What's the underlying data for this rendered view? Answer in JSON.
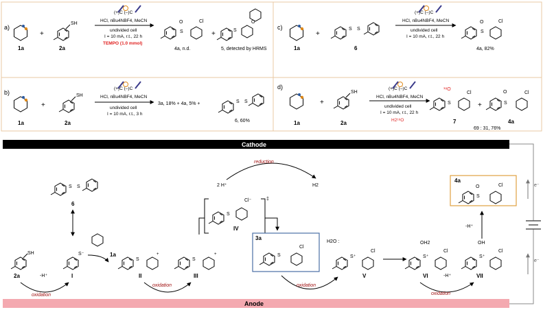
{
  "panels": {
    "a": {
      "label": "a)",
      "sm1": "1a",
      "sm2": "2a",
      "sh": "SH",
      "plus": "+",
      "cond_electrodes": "(+)C   (–)C",
      "cond_line1": "HCl, nBu4NBF4, MeCN",
      "cond_line2": "undivided cell",
      "cond_line3": "I = 10 mA, r.t., 22 h",
      "additive": "TEMPO (1.0 mmol)",
      "prod1": "4a, n.d.",
      "prod2": "5, detected by HRMS",
      "cl": "Cl",
      "o": "O",
      "s": "S"
    },
    "b": {
      "label": "b)",
      "sm1": "1a",
      "sm2": "2a",
      "sh": "SH",
      "plus": "+",
      "cond_electrodes": "(+)C   (–)C",
      "cond_line1": "HCl, nBu4NBF4, MeCN",
      "cond_line2": "undivided cell",
      "cond_line3": "I = 10 mA, r.t., 3 h",
      "results": "3a, 18%  +  4a, 5%  +",
      "prod3": "6, 60%",
      "s": "S"
    },
    "c": {
      "label": "c)",
      "sm1": "1a",
      "sm2": "6",
      "plus": "+",
      "cond_electrodes": "(+)C   (–)C",
      "cond_line1": "HCl, nBu4NBF4, MeCN",
      "cond_line2": "undivided cell",
      "cond_line3": "I = 10 mA, r.t., 22 h",
      "prod": "4a, 82%",
      "s": "S",
      "o": "O",
      "cl": "Cl"
    },
    "d": {
      "label": "d)",
      "sm1": "1a",
      "sm2": "2a",
      "sh": "SH",
      "plus": "+",
      "cond_electrodes": "(+)C   (–)C",
      "cond_line1": "HCl, nBu4NBF4, MeCN",
      "cond_line2": "undivided cell",
      "cond_line3": "I = 10 mA, r.t., 22 h",
      "additive": "H2¹⁸O",
      "prod1": "7",
      "prod2": "4a",
      "ratio": "69 : 31, 76%",
      "o18": "¹⁸O",
      "o": "O",
      "s": "S",
      "cl": "Cl"
    }
  },
  "mechanism": {
    "cathode": "Cathode",
    "anode": "Anode",
    "reduction": "reduction",
    "two_h": "2 H⁺",
    "h2": "H2",
    "oxidation": "oxidation",
    "minus_h": "-H⁺",
    "electron": "e⁻",
    "cl_minus": "Cl⁻",
    "dagger": "‡",
    "h2o": "H2O :",
    "oh2": "OH2",
    "oh": "OH",
    "sh": "SH",
    "s_minus": "S⁻",
    "s": "S",
    "s_plus": "S⁺",
    "plus": "+",
    "cl": "Cl",
    "o": "O",
    "labels": {
      "c2a": "2a",
      "cI": "I",
      "cII": "II",
      "cIII": "III",
      "cIV": "IV",
      "c3a": "3a",
      "cV": "V",
      "cVI": "VI",
      "cVII": "VII",
      "c4a": "4a",
      "c6": "6",
      "c1a": "1a"
    }
  },
  "colors": {
    "cathode_bar": "#000000",
    "anode_bar": "#f4a9b0",
    "highlight_red": "#e0201f",
    "box_blue": "#4a6fa5",
    "box_orange": "#e0a040",
    "frame_tan": "#e9c9a3",
    "wire": "#8a8a8a"
  }
}
